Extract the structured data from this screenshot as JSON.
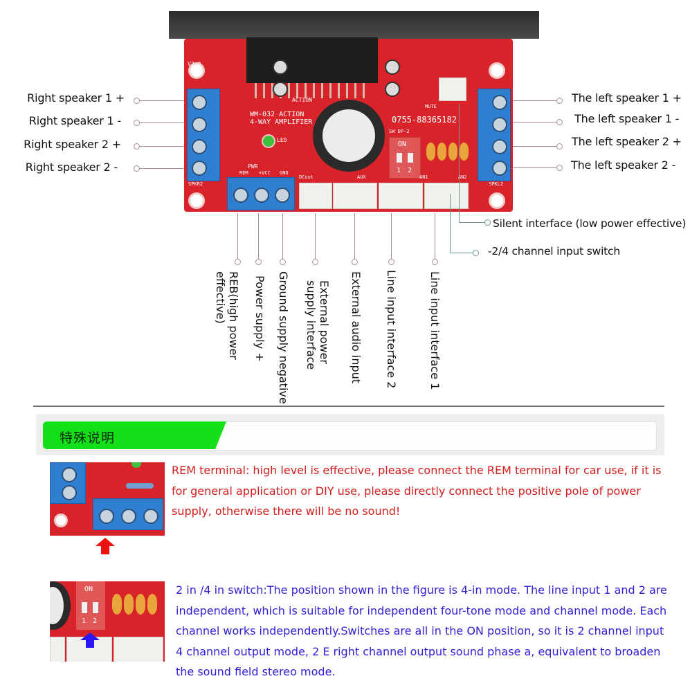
{
  "board": {
    "model_text": "WM-032 ACTION",
    "model_sub": "4-WAY AMPLIFIER",
    "phone": "0755-88365182",
    "switch_label": "SW DP-2",
    "switch_on": "ON",
    "switch_pos": [
      "1",
      "2"
    ],
    "led_label": "LED",
    "pwr_labels": [
      "REM",
      "+VCC",
      "GND"
    ],
    "pwr_title": "PWR",
    "version": "V2.0",
    "action": "ACTION",
    "spk_left_label": "SPKR2",
    "spk_right_label": "SPKL2",
    "port_labels": [
      "DCout",
      "AUX",
      "AN1",
      "AN2"
    ],
    "mute_label": "MUTE"
  },
  "right_speaker_labels": [
    "Right speaker 1  +",
    "Right speaker 1  -",
    "Right speaker 2  +",
    "Right speaker 2  -"
  ],
  "left_speaker_labels": [
    "The left speaker 1  +",
    "The left speaker 1  -",
    "The left speaker 2  +",
    "The left speaker 2  -"
  ],
  "side_callouts": [
    "Silent interface (low power effective)",
    "-2/4 channel input switch"
  ],
  "bottom_callouts": [
    {
      "lines": [
        "REB(high power",
        "effective)"
      ]
    },
    {
      "lines": [
        "Power supply +"
      ]
    },
    {
      "lines": [
        "Ground supply negative"
      ]
    },
    {
      "lines": [
        "External power",
        "supply interface"
      ]
    },
    {
      "lines": [
        "External audio input"
      ]
    },
    {
      "lines": [
        "Line input interface 2"
      ]
    },
    {
      "lines": [
        "Line input interface 1"
      ]
    }
  ],
  "banner": {
    "title": "特殊说明",
    "accent_color": "#14e01a"
  },
  "notes": {
    "rem": "REM terminal: high level is effective, please connect the REM terminal for car use, if it is for general application or DIY use, please directly connect the positive pole of power supply, otherwise there will be no sound!",
    "rem_color": "#d31b1b",
    "switch": "2 in /4 in switch:The position shown in the figure is 4-in mode. The line input 1 and 2 are independent, which is suitable for independent four-tone mode and channel mode. Each channel works independently.Switches are all in the ON position, so it is 2 channel input 4 channel output mode, 2 E right channel output sound phase a, equivalent to broaden the sound field stereo mode.",
    "switch_color": "#2f1fd6"
  },
  "thumbs": {
    "rem_arrow": "up-arrow-red",
    "switch_arrow": "up-arrow-blue"
  }
}
